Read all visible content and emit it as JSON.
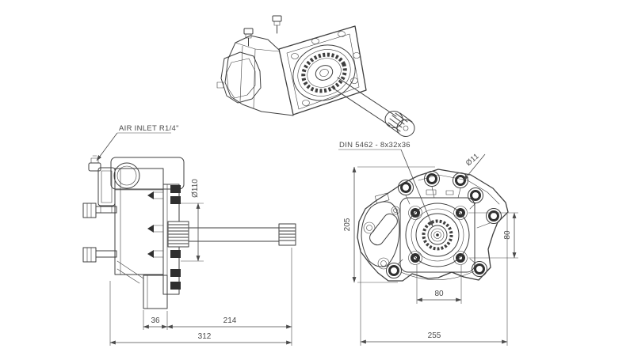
{
  "drawing": {
    "type": "technical-drawing",
    "colors": {
      "background": "#ffffff",
      "line": "#3f3f3f",
      "text": "#4a4a4a",
      "dark_fill": "#2f2f2f"
    },
    "annotations": {
      "air_inlet_label": "AIR INLET R1/4\"",
      "spline_standard_label": "DIN 5462 - 8x32x36",
      "hole_diameter_label": "Ø11",
      "pilot_diameter_label": "Ø110"
    },
    "side_view": {
      "dims": {
        "housing_depth": "36",
        "shaft_length": "214",
        "overall_length": "312"
      }
    },
    "front_view": {
      "dims": {
        "overall_height": "205",
        "bolt_pitch_vertical": "80",
        "bolt_pitch_horizontal": "80",
        "overall_width": "255"
      }
    }
  }
}
